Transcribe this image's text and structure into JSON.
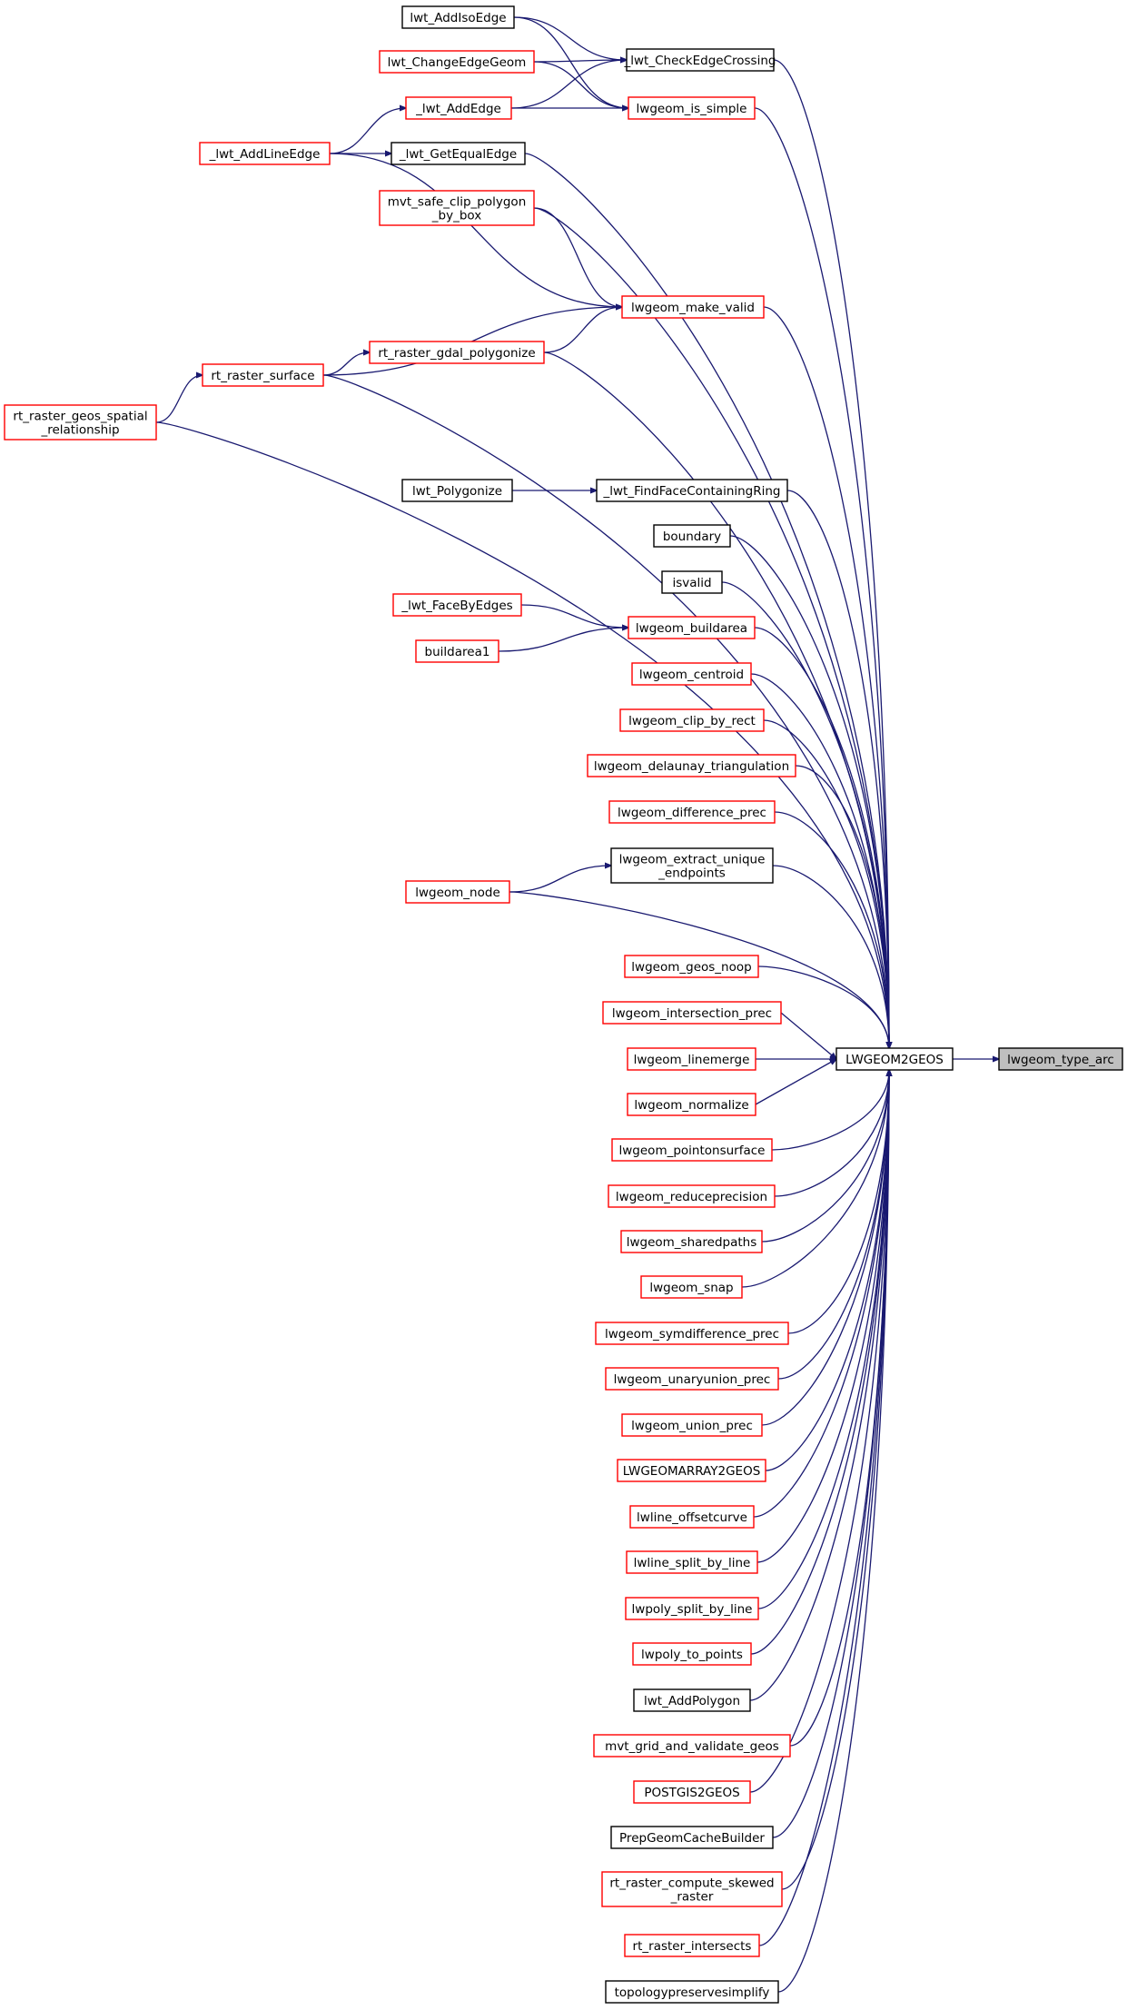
{
  "colors": {
    "edge": "#191970",
    "truncated_border": "#ff0000",
    "normal_border": "#000000",
    "root_fill": "#bfbfbf"
  },
  "nodes": [
    {
      "id": "lwgeom_type_arc",
      "lines": [
        "lwgeom_type_arc"
      ],
      "style": "root"
    },
    {
      "id": "LWGEOM2GEOS",
      "lines": [
        "LWGEOM2GEOS"
      ],
      "style": "black"
    },
    {
      "id": "_lwt_CheckEdgeCrossing",
      "lines": [
        "_lwt_CheckEdgeCrossing"
      ],
      "style": "black"
    },
    {
      "id": "lwt_AddIsoEdge",
      "lines": [
        "lwt_AddIsoEdge"
      ],
      "style": "black"
    },
    {
      "id": "lwt_ChangeEdgeGeom",
      "lines": [
        "lwt_ChangeEdgeGeom"
      ],
      "style": "red"
    },
    {
      "id": "_lwt_AddEdge",
      "lines": [
        "_lwt_AddEdge"
      ],
      "style": "red"
    },
    {
      "id": "lwgeom_is_simple",
      "lines": [
        "lwgeom_is_simple"
      ],
      "style": "red"
    },
    {
      "id": "_lwt_AddLineEdge",
      "lines": [
        "_lwt_AddLineEdge"
      ],
      "style": "red"
    },
    {
      "id": "_lwt_GetEqualEdge",
      "lines": [
        "_lwt_GetEqualEdge"
      ],
      "style": "black"
    },
    {
      "id": "mvt_safe_clip_polygon_by_box",
      "lines": [
        "mvt_safe_clip_polygon",
        "_by_box"
      ],
      "style": "red"
    },
    {
      "id": "lwgeom_make_valid",
      "lines": [
        "lwgeom_make_valid"
      ],
      "style": "red"
    },
    {
      "id": "rt_raster_gdal_polygonize",
      "lines": [
        "rt_raster_gdal_polygonize"
      ],
      "style": "red"
    },
    {
      "id": "rt_raster_surface",
      "lines": [
        "rt_raster_surface"
      ],
      "style": "red"
    },
    {
      "id": "rt_raster_geos_spatial_relationship",
      "lines": [
        "rt_raster_geos_spatial",
        "_relationship"
      ],
      "style": "red"
    },
    {
      "id": "lwt_Polygonize",
      "lines": [
        "lwt_Polygonize"
      ],
      "style": "black"
    },
    {
      "id": "_lwt_FindFaceContainingRing",
      "lines": [
        "_lwt_FindFaceContainingRing"
      ],
      "style": "black"
    },
    {
      "id": "boundary",
      "lines": [
        "boundary"
      ],
      "style": "black"
    },
    {
      "id": "isvalid",
      "lines": [
        "isvalid"
      ],
      "style": "black"
    },
    {
      "id": "_lwt_FaceByEdges",
      "lines": [
        "_lwt_FaceByEdges"
      ],
      "style": "red"
    },
    {
      "id": "buildarea1",
      "lines": [
        "buildarea1"
      ],
      "style": "red"
    },
    {
      "id": "lwgeom_buildarea",
      "lines": [
        "lwgeom_buildarea"
      ],
      "style": "red"
    },
    {
      "id": "lwgeom_centroid",
      "lines": [
        "lwgeom_centroid"
      ],
      "style": "red"
    },
    {
      "id": "lwgeom_clip_by_rect",
      "lines": [
        "lwgeom_clip_by_rect"
      ],
      "style": "red"
    },
    {
      "id": "lwgeom_delaunay_triangulation",
      "lines": [
        "lwgeom_delaunay_triangulation"
      ],
      "style": "red"
    },
    {
      "id": "lwgeom_difference_prec",
      "lines": [
        "lwgeom_difference_prec"
      ],
      "style": "red"
    },
    {
      "id": "lwgeom_extract_unique_endpoints",
      "lines": [
        "lwgeom_extract_unique",
        "_endpoints"
      ],
      "style": "black"
    },
    {
      "id": "lwgeom_node",
      "lines": [
        "lwgeom_node"
      ],
      "style": "red"
    },
    {
      "id": "lwgeom_geos_noop",
      "lines": [
        "lwgeom_geos_noop"
      ],
      "style": "red"
    },
    {
      "id": "lwgeom_intersection_prec",
      "lines": [
        "lwgeom_intersection_prec"
      ],
      "style": "red"
    },
    {
      "id": "lwgeom_linemerge",
      "lines": [
        "lwgeom_linemerge"
      ],
      "style": "red"
    },
    {
      "id": "lwgeom_normalize",
      "lines": [
        "lwgeom_normalize"
      ],
      "style": "red"
    },
    {
      "id": "lwgeom_pointonsurface",
      "lines": [
        "lwgeom_pointonsurface"
      ],
      "style": "red"
    },
    {
      "id": "lwgeom_reduceprecision",
      "lines": [
        "lwgeom_reduceprecision"
      ],
      "style": "red"
    },
    {
      "id": "lwgeom_sharedpaths",
      "lines": [
        "lwgeom_sharedpaths"
      ],
      "style": "red"
    },
    {
      "id": "lwgeom_snap",
      "lines": [
        "lwgeom_snap"
      ],
      "style": "red"
    },
    {
      "id": "lwgeom_symdifference_prec",
      "lines": [
        "lwgeom_symdifference_prec"
      ],
      "style": "red"
    },
    {
      "id": "lwgeom_unaryunion_prec",
      "lines": [
        "lwgeom_unaryunion_prec"
      ],
      "style": "red"
    },
    {
      "id": "lwgeom_union_prec",
      "lines": [
        "lwgeom_union_prec"
      ],
      "style": "red"
    },
    {
      "id": "LWGEOMARRAY2GEOS",
      "lines": [
        "LWGEOMARRAY2GEOS"
      ],
      "style": "red"
    },
    {
      "id": "lwline_offsetcurve",
      "lines": [
        "lwline_offsetcurve"
      ],
      "style": "red"
    },
    {
      "id": "lwline_split_by_line",
      "lines": [
        "lwline_split_by_line"
      ],
      "style": "red"
    },
    {
      "id": "lwpoly_split_by_line",
      "lines": [
        "lwpoly_split_by_line"
      ],
      "style": "red"
    },
    {
      "id": "lwpoly_to_points",
      "lines": [
        "lwpoly_to_points"
      ],
      "style": "red"
    },
    {
      "id": "lwt_AddPolygon",
      "lines": [
        "lwt_AddPolygon"
      ],
      "style": "black"
    },
    {
      "id": "mvt_grid_and_validate_geos",
      "lines": [
        "mvt_grid_and_validate_geos"
      ],
      "style": "red"
    },
    {
      "id": "POSTGIS2GEOS",
      "lines": [
        "POSTGIS2GEOS"
      ],
      "style": "red"
    },
    {
      "id": "PrepGeomCacheBuilder",
      "lines": [
        "PrepGeomCacheBuilder"
      ],
      "style": "black"
    },
    {
      "id": "rt_raster_compute_skewed_raster",
      "lines": [
        "rt_raster_compute_skewed",
        "_raster"
      ],
      "style": "red"
    },
    {
      "id": "rt_raster_intersects",
      "lines": [
        "rt_raster_intersects"
      ],
      "style": "red"
    },
    {
      "id": "topologypreservesimplify",
      "lines": [
        "topologypreservesimplify"
      ],
      "style": "black"
    }
  ],
  "edges": [
    [
      "LWGEOM2GEOS",
      "lwgeom_type_arc"
    ],
    [
      "_lwt_CheckEdgeCrossing",
      "LWGEOM2GEOS"
    ],
    [
      "lwt_AddIsoEdge",
      "_lwt_CheckEdgeCrossing"
    ],
    [
      "lwt_ChangeEdgeGeom",
      "_lwt_CheckEdgeCrossing"
    ],
    [
      "_lwt_AddEdge",
      "_lwt_CheckEdgeCrossing"
    ],
    [
      "lwt_AddIsoEdge",
      "lwgeom_is_simple"
    ],
    [
      "lwt_ChangeEdgeGeom",
      "lwgeom_is_simple"
    ],
    [
      "_lwt_AddEdge",
      "lwgeom_is_simple"
    ],
    [
      "lwgeom_is_simple",
      "LWGEOM2GEOS"
    ],
    [
      "_lwt_AddLineEdge",
      "_lwt_AddEdge"
    ],
    [
      "_lwt_AddLineEdge",
      "_lwt_GetEqualEdge"
    ],
    [
      "_lwt_GetEqualEdge",
      "LWGEOM2GEOS"
    ],
    [
      "_lwt_AddLineEdge",
      "lwgeom_make_valid"
    ],
    [
      "mvt_safe_clip_polygon_by_box",
      "LWGEOM2GEOS"
    ],
    [
      "mvt_safe_clip_polygon_by_box",
      "lwgeom_make_valid"
    ],
    [
      "lwgeom_make_valid",
      "LWGEOM2GEOS"
    ],
    [
      "rt_raster_gdal_polygonize",
      "lwgeom_make_valid"
    ],
    [
      "rt_raster_surface",
      "lwgeom_make_valid"
    ],
    [
      "rt_raster_gdal_polygonize",
      "LWGEOM2GEOS"
    ],
    [
      "rt_raster_surface",
      "rt_raster_gdal_polygonize"
    ],
    [
      "rt_raster_surface",
      "LWGEOM2GEOS"
    ],
    [
      "rt_raster_geos_spatial_relationship",
      "rt_raster_surface"
    ],
    [
      "rt_raster_geos_spatial_relationship",
      "LWGEOM2GEOS"
    ],
    [
      "lwt_Polygonize",
      "_lwt_FindFaceContainingRing"
    ],
    [
      "_lwt_FindFaceContainingRing",
      "LWGEOM2GEOS"
    ],
    [
      "boundary",
      "LWGEOM2GEOS"
    ],
    [
      "isvalid",
      "LWGEOM2GEOS"
    ],
    [
      "_lwt_FaceByEdges",
      "lwgeom_buildarea"
    ],
    [
      "buildarea1",
      "lwgeom_buildarea"
    ],
    [
      "lwgeom_buildarea",
      "LWGEOM2GEOS"
    ],
    [
      "lwgeom_centroid",
      "LWGEOM2GEOS"
    ],
    [
      "lwgeom_clip_by_rect",
      "LWGEOM2GEOS"
    ],
    [
      "lwgeom_delaunay_triangulation",
      "LWGEOM2GEOS"
    ],
    [
      "lwgeom_difference_prec",
      "LWGEOM2GEOS"
    ],
    [
      "lwgeom_node",
      "lwgeom_extract_unique_endpoints"
    ],
    [
      "lwgeom_extract_unique_endpoints",
      "LWGEOM2GEOS"
    ],
    [
      "lwgeom_node",
      "LWGEOM2GEOS"
    ],
    [
      "lwgeom_geos_noop",
      "LWGEOM2GEOS"
    ],
    [
      "lwgeom_intersection_prec",
      "LWGEOM2GEOS"
    ],
    [
      "lwgeom_linemerge",
      "LWGEOM2GEOS"
    ],
    [
      "lwgeom_normalize",
      "LWGEOM2GEOS"
    ],
    [
      "lwgeom_pointonsurface",
      "LWGEOM2GEOS"
    ],
    [
      "lwgeom_reduceprecision",
      "LWGEOM2GEOS"
    ],
    [
      "lwgeom_sharedpaths",
      "LWGEOM2GEOS"
    ],
    [
      "lwgeom_snap",
      "LWGEOM2GEOS"
    ],
    [
      "lwgeom_symdifference_prec",
      "LWGEOM2GEOS"
    ],
    [
      "lwgeom_unaryunion_prec",
      "LWGEOM2GEOS"
    ],
    [
      "lwgeom_union_prec",
      "LWGEOM2GEOS"
    ],
    [
      "LWGEOMARRAY2GEOS",
      "LWGEOM2GEOS"
    ],
    [
      "lwline_offsetcurve",
      "LWGEOM2GEOS"
    ],
    [
      "lwline_split_by_line",
      "LWGEOM2GEOS"
    ],
    [
      "lwpoly_split_by_line",
      "LWGEOM2GEOS"
    ],
    [
      "lwpoly_to_points",
      "LWGEOM2GEOS"
    ],
    [
      "lwt_AddPolygon",
      "LWGEOM2GEOS"
    ],
    [
      "mvt_grid_and_validate_geos",
      "LWGEOM2GEOS"
    ],
    [
      "POSTGIS2GEOS",
      "LWGEOM2GEOS"
    ],
    [
      "PrepGeomCacheBuilder",
      "LWGEOM2GEOS"
    ],
    [
      "rt_raster_compute_skewed_raster",
      "LWGEOM2GEOS"
    ],
    [
      "rt_raster_intersects",
      "LWGEOM2GEOS"
    ],
    [
      "topologypreservesimplify",
      "LWGEOM2GEOS"
    ]
  ]
}
